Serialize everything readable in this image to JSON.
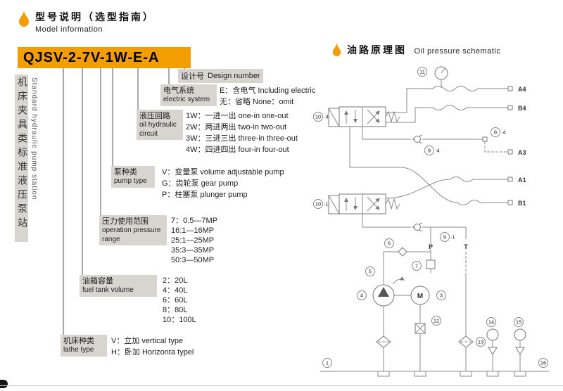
{
  "header_left": {
    "title_zh": "型号说明（选型指南）",
    "title_en": "Model information"
  },
  "header_right": {
    "title_zh": "油路原理图",
    "title_en": "Oil pressure schematic"
  },
  "model_code": "QJSV-2-7V-1W-E-A",
  "sidebar": {
    "zh": "机床夹具类标准液压泵站",
    "en": "Standard hydraulic pump station"
  },
  "legend": [
    {
      "box_zh": "设计号",
      "box_en": "Design number",
      "items": []
    },
    {
      "box_zh": "电气系统",
      "box_en": "electric system",
      "items": [
        "E：含电气 Including electric",
        "无：省略 None：omit"
      ]
    },
    {
      "box_zh": "液压回路",
      "box_en": "oil hydraulic circuit",
      "items": [
        "1W：一进一出 one-in one-out",
        "2W：两进两出 two-in two-out",
        "3W：三进三出 three-in three-out",
        "4W：四进四出 four-in four-out"
      ]
    },
    {
      "box_zh": "泵种类",
      "box_en": "pump type",
      "items": [
        "V：变量泵 volume adjustable pump",
        "G：齿轮泵 gear pump",
        "P：柱塞泵 plunger pump"
      ]
    },
    {
      "box_zh": "压力使用范围",
      "box_en": "operation pressure range",
      "items": [
        "7：0.5—7MP",
        "16:1—16MP",
        "25:1—25MP",
        "35:3—35MP",
        "50:3—50MP"
      ]
    },
    {
      "box_zh": "油箱容量",
      "box_en": "fuel tank volume",
      "items": [
        "2：20L",
        "4：40L",
        "6：60L",
        "8：80L",
        "10：100L"
      ]
    },
    {
      "box_zh": "机床种类",
      "box_en": "lathe type",
      "items": [
        "V：立加 vertical type",
        "H：卧加 Horizonta typel"
      ]
    }
  ],
  "schematic": {
    "ports": {
      "a4": "A4",
      "b4": "B4",
      "a3": "A3",
      "a1": "A1",
      "b1": "B1",
      "p": "P",
      "t": "T"
    },
    "motor_label": "M",
    "tags": {
      "n1": "1",
      "n3": "3",
      "n4": "4",
      "n5": "5",
      "n6": "6",
      "n7": "7",
      "n8": "8",
      "n9": "9",
      "n10": "10",
      "n11": "11",
      "n12": "12",
      "n13": "13",
      "n14": "14",
      "n15": "15",
      "n16": "16",
      "suffix4": "·4",
      "suffix1": "·1"
    }
  },
  "colors": {
    "accent": "#F29D00",
    "chip_gray": "#D8D5D0"
  }
}
